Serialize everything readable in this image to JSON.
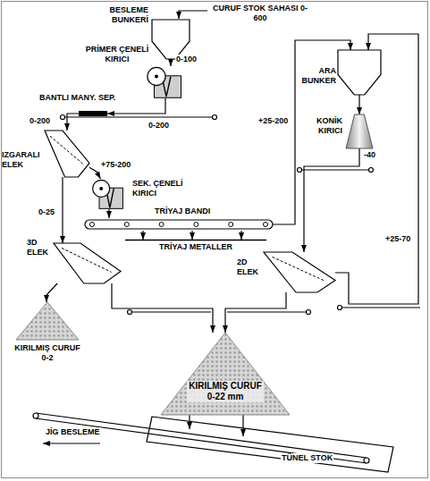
{
  "diagram": {
    "nodes": [
      {
        "text": [
          "BESLEME BUNKERİ"
        ]
      },
      {
        "text": [
          "PRİMER ÇENELİ KIRICI"
        ]
      },
      {
        "text": [
          "BANTLI MANY. SEP."
        ]
      },
      {
        "text": [
          "IZGARALI ELEK"
        ]
      },
      {
        "text": [
          "SEK. ÇENELİ KIRICI"
        ]
      },
      {
        "text": [
          "TRİYAJ BANDI"
        ]
      },
      {
        "text": [
          "TRİYAJ METALLER"
        ]
      },
      {
        "text": [
          "ARA BUNKER"
        ]
      },
      {
        "text": [
          "KONİK KIRICI"
        ]
      },
      {
        "text": [
          "3D ELEK"
        ]
      },
      {
        "text": [
          "2D ELEK"
        ]
      },
      {
        "text": [
          "KIRILMIŞ CURUF 0-2"
        ]
      },
      {
        "text": [
          "KIRILMIŞ CURUF 0-22 mm"
        ]
      }
    ],
    "edges": [
      {
        "from": 0,
        "to": 1,
        "label": "0-100",
        "arrow": "to"
      },
      {
        "from": 1,
        "to": 2,
        "label": "0-200",
        "arrow": "to"
      },
      {
        "from": 2,
        "to": 3,
        "label": "0-200",
        "arrow": "to"
      },
      {
        "from": 3,
        "to": 4,
        "label": "+75-200",
        "arrow": "to"
      },
      {
        "from": 3,
        "to": 9,
        "label": "0-25",
        "arrow": "to"
      },
      {
        "from": 4,
        "to": 5,
        "arrow": "to"
      },
      {
        "from": 5,
        "to": 6,
        "arrow": "to"
      },
      {
        "from": 5,
        "to": 6,
        "arrow": "to"
      },
      {
        "from": 5,
        "to": 6,
        "arrow": "to"
      },
      {
        "from": 5,
        "to": 7,
        "label": "+25-200",
        "arrow": "to"
      },
      {
        "from": 7,
        "to": 8,
        "arrow": "to"
      },
      {
        "from": 8,
        "to": 10,
        "label": "-40",
        "arrow": "to"
      },
      {
        "from": 10,
        "to": 7,
        "label": "+25-70",
        "arrow": "to"
      },
      {
        "from": 9,
        "to": 11,
        "arrow": "to"
      },
      {
        "from": 9,
        "to": 12,
        "arrow": "to"
      },
      {
        "from": 10,
        "to": 12,
        "arrow": "to"
      }
    ],
    "labels": [
      "CURUF STOK SAHASI 0-600",
      "JİG BESLEME",
      "TÜNEL STOK"
    ]
  }
}
